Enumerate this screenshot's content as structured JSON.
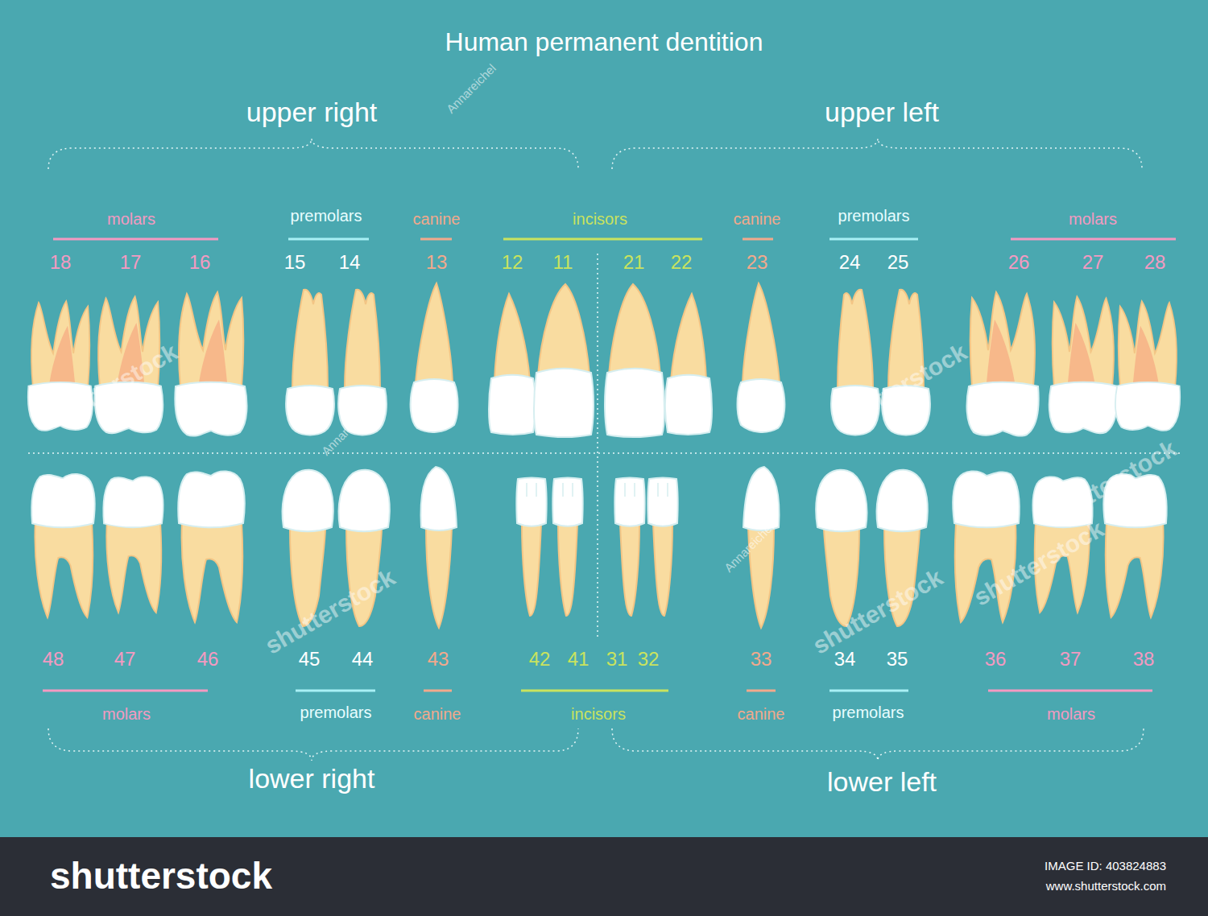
{
  "diagram": {
    "title": "Human permanent dentition",
    "labels": [
      "upper right",
      "upper left",
      "molars",
      "premolars",
      "canine",
      "incisors",
      "canine",
      "premolars",
      "molars",
      "18",
      "17",
      "16",
      "15",
      "14",
      "13",
      "12",
      "11",
      "21",
      "22",
      "23",
      "24",
      "25",
      "26",
      "27",
      "28",
      "48",
      "47",
      "46",
      "45",
      "44",
      "43",
      "42",
      "41",
      "31",
      "32",
      "33",
      "34",
      "35",
      "36",
      "37",
      "38",
      "molars",
      "premolars",
      "canine",
      "incisors",
      "canine",
      "premolars",
      "molars",
      "lower right",
      "lower left",
      "shutterstock",
      "shutterstock",
      "shutterstock",
      "shutterstock",
      "shutterstock",
      "shutterstock",
      "Annareichel",
      "Annareichel",
      "Annareichel",
      "shutterstock",
      "IMAGE ID: 403824883",
      "www.shutterstock.com"
    ]
  }
}
